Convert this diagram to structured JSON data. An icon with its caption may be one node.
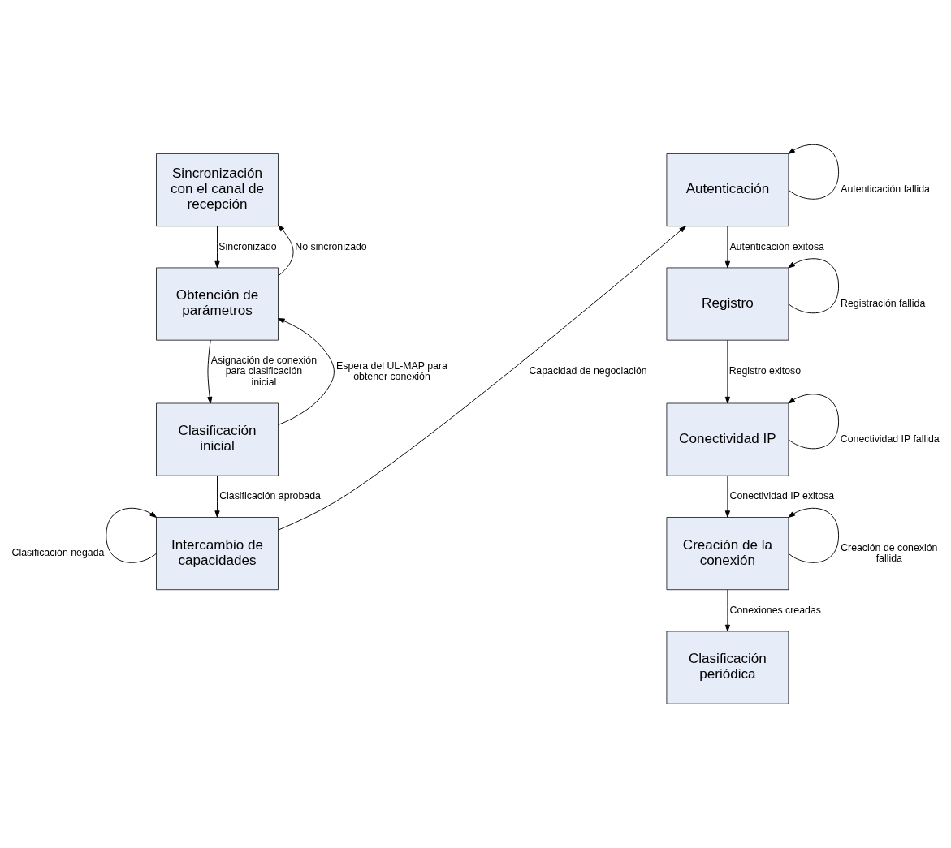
{
  "diagram": {
    "nodes": [
      {
        "text": [
          "Sincronización con el canal de recepción"
        ]
      },
      {
        "text": [
          "Obtención de parámetros"
        ]
      },
      {
        "text": [
          "Clasificación inicial"
        ]
      },
      {
        "text": [
          "Intercambio de capacidades"
        ]
      },
      {
        "text": [
          "Autenticación"
        ]
      },
      {
        "text": [
          "Registro"
        ]
      },
      {
        "text": [
          "Conectividad IP"
        ]
      },
      {
        "text": [
          "Creación de la conexión"
        ]
      },
      {
        "text": [
          "Clasificación periódica"
        ]
      }
    ],
    "edges": [
      {
        "from": 0,
        "to": 1,
        "arrow": "to",
        "label": "Sincronizado"
      },
      {
        "from": 1,
        "to": 0,
        "arrow": "to",
        "label": "No sincronizado"
      },
      {
        "from": 1,
        "to": 2,
        "arrow": "to",
        "label": "Asignación de conexión para clasificación inicial"
      },
      {
        "from": 2,
        "to": 1,
        "arrow": "to",
        "label": "Espera del UL-MAP para obtener conexión"
      },
      {
        "from": 2,
        "to": 3,
        "arrow": "to",
        "label": "Clasificación aprobada"
      },
      {
        "from": 3,
        "to": 3,
        "arrow": "to",
        "label": "Clasificación negada"
      },
      {
        "from": 3,
        "to": 4,
        "arrow": "to",
        "label": "Capacidad de negociación"
      },
      {
        "from": 4,
        "to": 4,
        "arrow": "to",
        "label": "Autenticación fallida"
      },
      {
        "from": 4,
        "to": 5,
        "arrow": "to",
        "label": "Autenticación exitosa"
      },
      {
        "from": 5,
        "to": 5,
        "arrow": "to",
        "label": "Registración fallida"
      },
      {
        "from": 5,
        "to": 6,
        "arrow": "to",
        "label": "Registro exitoso"
      },
      {
        "from": 6,
        "to": 6,
        "arrow": "to",
        "label": "Conectividad IP fallida"
      },
      {
        "from": 6,
        "to": 7,
        "arrow": "to",
        "label": "Conectividad IP exitosa"
      },
      {
        "from": 7,
        "to": 7,
        "arrow": "to",
        "label": "Creación de conexión fallida"
      },
      {
        "from": 7,
        "to": 8,
        "arrow": "to",
        "label": "Conexiones creadas"
      }
    ]
  }
}
